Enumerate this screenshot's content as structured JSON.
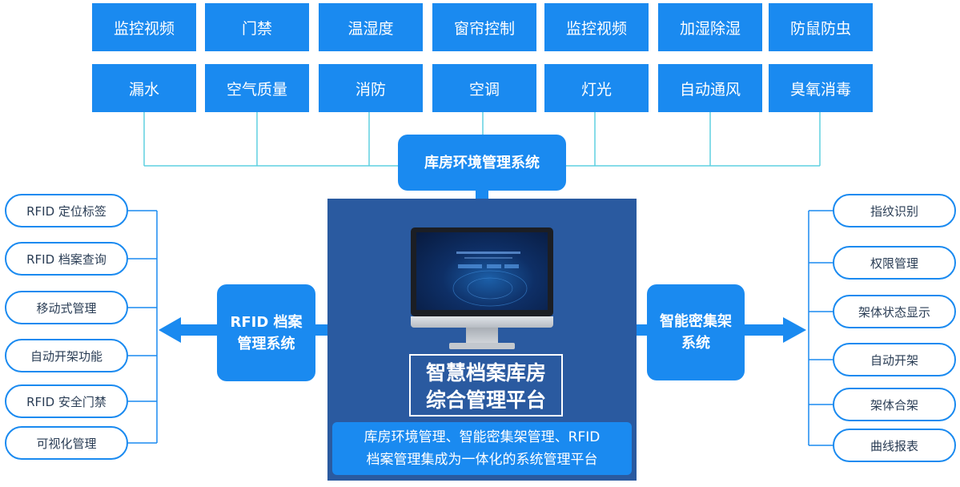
{
  "environment_system": {
    "top_row": [
      "监控视频",
      "门禁",
      "温湿度",
      "窗帘控制",
      "监控视频",
      "加湿除湿",
      "防鼠防虫"
    ],
    "second_row": [
      "漏水",
      "空气质量",
      "消防",
      "空调",
      "灯光",
      "自动通风",
      "臭氧消毒"
    ],
    "hub_label": "库房环境管理系统"
  },
  "rfid_system": {
    "hub_line1": "RFID 档案",
    "hub_line2": "管理系统",
    "items": [
      "RFID 定位标签",
      "RFID 档案查询",
      "移动式管理",
      "自动开架功能",
      "RFID 安全门禁",
      "可视化管理"
    ]
  },
  "shelf_system": {
    "hub_line1": "智能密集架",
    "hub_line2": "系统",
    "items": [
      "指纹识别",
      "权限管理",
      "架体状态显示",
      "自动开架",
      "架体合架",
      "曲线报表"
    ]
  },
  "platform": {
    "title_line1": "智慧档案库房",
    "title_line2": "综合管理平台",
    "desc_line1": "库房环境管理、智能密集架管理、RFID",
    "desc_line2": "档案管理集成为一体化的系统管理平台"
  },
  "colors": {
    "accent": "#1a8af0",
    "connector": "#5fd0e0",
    "panel": "#2a5aa0"
  }
}
